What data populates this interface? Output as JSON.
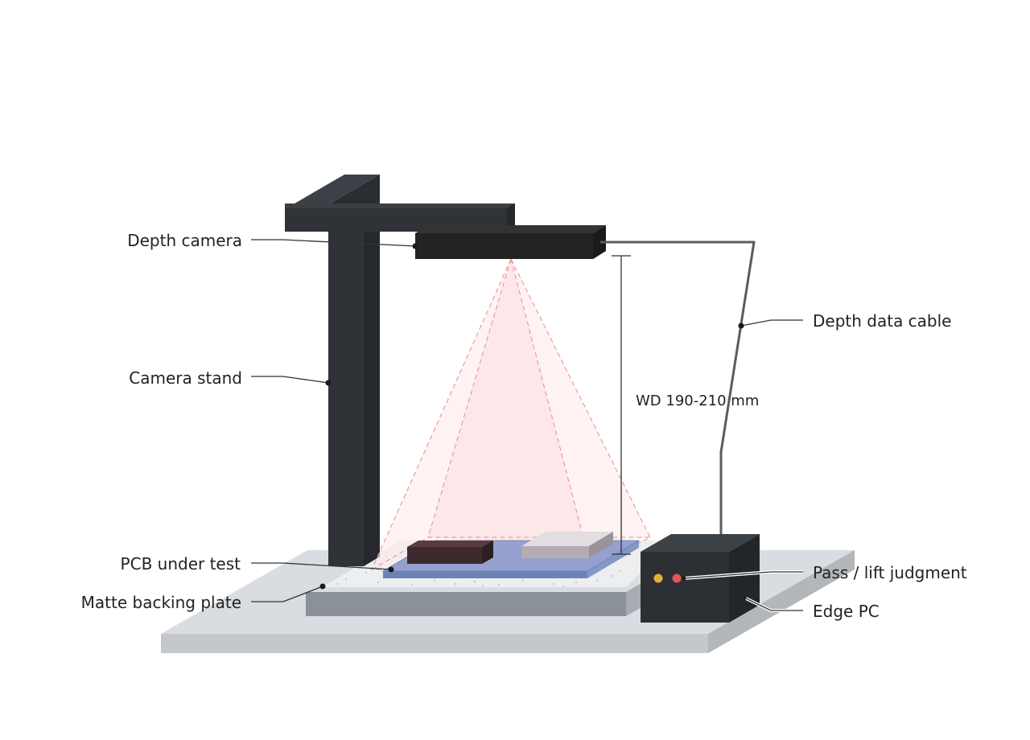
{
  "labels": {
    "depth_camera": "Depth camera",
    "camera_stand": "Camera stand",
    "pcb_under_test": "PCB under test",
    "matte_backing_plate": "Matte backing plate",
    "depth_data_cable": "Depth data cable",
    "pass_lift_judgment": "Pass / lift judgment",
    "edge_pc": "Edge PC"
  },
  "dimension": {
    "working_distance": "WD 190-210 mm"
  },
  "colors": {
    "stand": "#2f3337",
    "camera": "#232323",
    "fov": "#f08a8a",
    "pcb": "#8f9cc9",
    "base_top": "#d9dce0",
    "cable": "#575c60",
    "indicator_yellow": "#e0b234",
    "indicator_red": "#e05555"
  }
}
